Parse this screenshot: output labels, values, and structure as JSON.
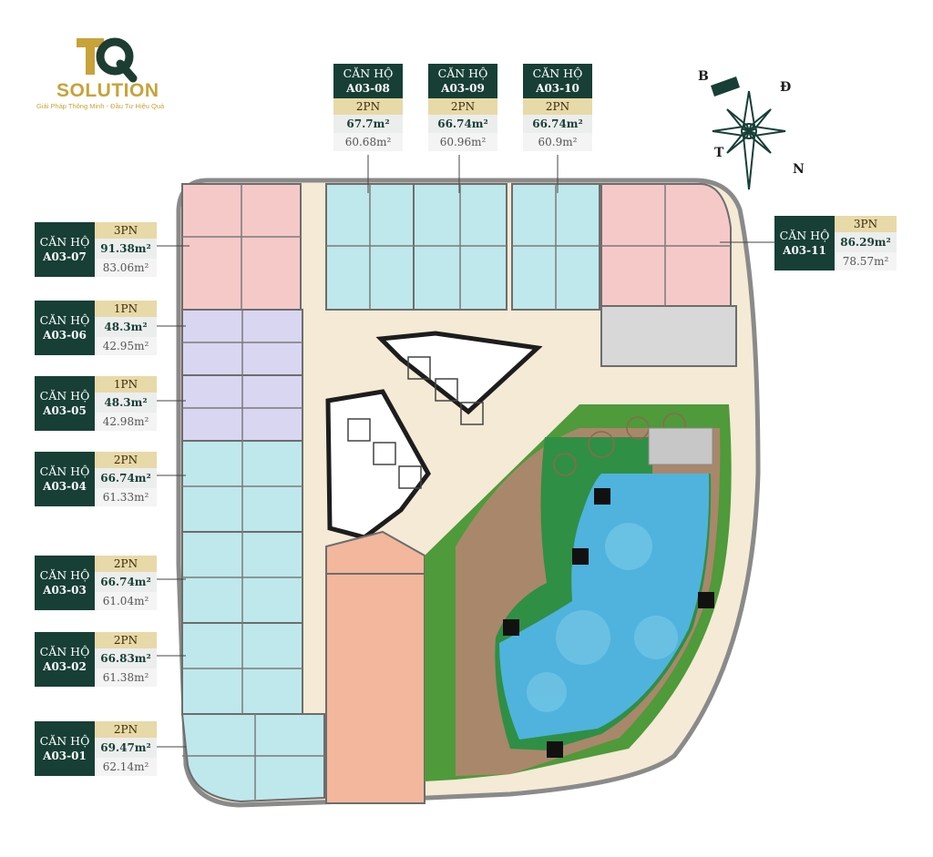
{
  "logo": {
    "brand": "SOLUTION",
    "tagline": "Giải Pháp Thông Minh - Đầu Tư Hiệu Quả",
    "colors": {
      "gold": "#c8a23a",
      "green": "#1d3d33"
    }
  },
  "compass": {
    "north": "B",
    "east": "Đ",
    "west": "T",
    "south": "N"
  },
  "units": [
    {
      "id": "a03-07",
      "name": "CĂN HỘ",
      "code": "A03-07",
      "type": "3PN",
      "gross": "91.38m²",
      "net": "83.06m²"
    },
    {
      "id": "a03-06",
      "name": "CĂN HỘ",
      "code": "A03-06",
      "type": "1PN",
      "gross": "48.3m²",
      "net": "42.95m²"
    },
    {
      "id": "a03-05",
      "name": "CĂN HỘ",
      "code": "A03-05",
      "type": "1PN",
      "gross": "48.3m²",
      "net": "42.98m²"
    },
    {
      "id": "a03-04",
      "name": "CĂN HỘ",
      "code": "A03-04",
      "type": "2PN",
      "gross": "66.74m²",
      "net": "61.33m²"
    },
    {
      "id": "a03-03",
      "name": "CĂN HỘ",
      "code": "A03-03",
      "type": "2PN",
      "gross": "66.74m²",
      "net": "61.04m²"
    },
    {
      "id": "a03-02",
      "name": "CĂN HỘ",
      "code": "A03-02",
      "type": "2PN",
      "gross": "66.83m²",
      "net": "61.38m²"
    },
    {
      "id": "a03-01",
      "name": "CĂN HỘ",
      "code": "A03-01",
      "type": "2PN",
      "gross": "69.47m²",
      "net": "62.14m²"
    },
    {
      "id": "a03-08",
      "name": "CĂN HỘ",
      "code": "A03-08",
      "type": "2PN",
      "gross": "67.7m²",
      "net": "60.68m²"
    },
    {
      "id": "a03-09",
      "name": "CĂN HỘ",
      "code": "A03-09",
      "type": "2PN",
      "gross": "66.74m²",
      "net": "60.96m²"
    },
    {
      "id": "a03-10",
      "name": "CĂN HỘ",
      "code": "A03-10",
      "type": "2PN",
      "gross": "66.74m²",
      "net": "60.9m²"
    },
    {
      "id": "a03-11",
      "name": "CĂN HỘ",
      "code": "A03-11",
      "type": "3PN",
      "gross": "86.29m²",
      "net": "78.57m²"
    }
  ],
  "colors": {
    "card_dark": "#173f35",
    "card_gold": "#e8d9a8",
    "unit_3pn": "#f6c9c9",
    "unit_2pn": "#bfe8ec",
    "unit_1pn": "#d9d6f2",
    "corridor": "#f4ead6",
    "pool": "#4fb3dd",
    "lawn": "#4f9a3a",
    "deck": "#a9876a",
    "hall": "#f2b79c"
  }
}
